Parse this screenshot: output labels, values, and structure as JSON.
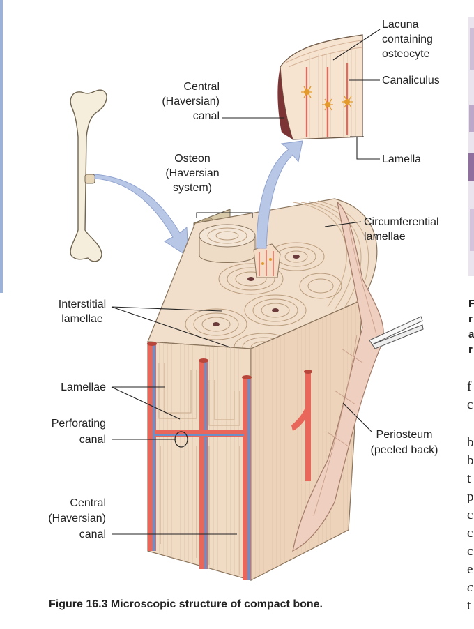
{
  "figure": {
    "caption": "Figure 16.3  Microscopic structure of compact bone.",
    "labels": {
      "lacuna": [
        "Lacuna",
        "containing",
        "osteocyte"
      ],
      "canaliculus": "Canaliculus",
      "lamella": "Lamella",
      "central_top": [
        "Central",
        "(Haversian)",
        "canal"
      ],
      "osteon": [
        "Osteon",
        "(Haversian",
        "system)"
      ],
      "circumferential": [
        "Circumferential",
        "lamellae"
      ],
      "interstitial": [
        "Interstitial",
        "lamellae"
      ],
      "lamellae": "Lamellae",
      "perforating": [
        "Perforating",
        "canal"
      ],
      "periosteum": [
        "Periosteum",
        "(peeled back)"
      ],
      "central_bottom": [
        "Central",
        "(Haversian)",
        "canal"
      ]
    }
  },
  "right_column": {
    "caption_fragment": [
      "F",
      "r",
      "a",
      "r"
    ],
    "text_fragment": [
      "f",
      "c",
      "b",
      "b",
      "t",
      "p",
      "c",
      "c",
      "c",
      "e",
      "c",
      "t"
    ]
  },
  "colors": {
    "bone": "#f5e6d4",
    "bone_dark": "#e6cdb2",
    "vessel_red": "#e8675a",
    "vessel_blue": "#6d8fc8",
    "arrow": "#b9c7e6",
    "periosteum": "#efcfc0",
    "spongy": "#d8c9a9"
  }
}
